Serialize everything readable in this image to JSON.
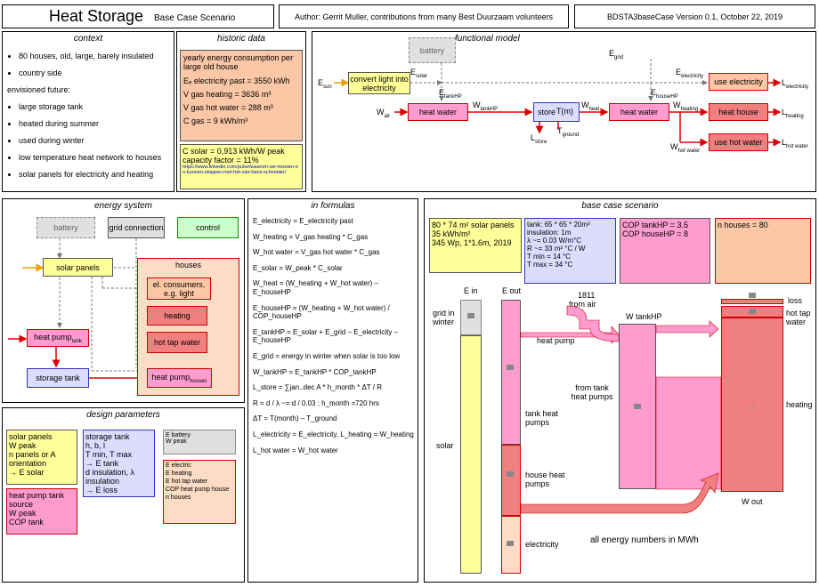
{
  "header": {
    "title": "Heat Storage",
    "subtitle": "Base Case Scenario",
    "author": "Author: Gerrit Muller, contributions from many Best Duurzaam volunteers",
    "version": "BDSTA3baseCase Version 0.1, October 22, 2019"
  },
  "context": {
    "title": "context",
    "items": [
      "80 houses, old, large, barely insulated",
      "country side"
    ],
    "future_label": "envisioned future:",
    "future_items": [
      "large storage tank",
      "heated during summer",
      "used during winter",
      "low temperature heat network to houses",
      "solar panels for electricity and heating"
    ]
  },
  "historic": {
    "title": "historic data",
    "heading": "yearly energy consumption per large old  house",
    "lines": [
      "Eₑ electricity past = 3550 kWh",
      "V gas heating = 3636 m³",
      "V gas hot water = 288 m³",
      "C gas = 9 kWh/m³"
    ],
    "csolar": "C solar = 0,913 kWh/W peak",
    "capacity": "capacity factor = 11%",
    "link": "https://www.linkedin.com/pulse/waarom-we-moeten-en-kunnen-stoppen-met-het-van-hans-schneider/"
  },
  "functional": {
    "title": "functional model",
    "battery": "battery",
    "convert": "convert light into electricity",
    "heat_water1": "heat water",
    "store": "store",
    "heat_water2": "heat water",
    "use_electricity": "use electricity",
    "heat_house": "heat house",
    "use_hot_water": "use hot water",
    "labels": {
      "esun": "E",
      "esun_sub": "sun",
      "esolar": "E",
      "esolar_sub": "solar",
      "egrid": "E",
      "egrid_sub": "grid",
      "etankhp": "E",
      "etankhp_sub": "tankHP",
      "ehousehp": "E",
      "ehousehp_sub": "houseHP",
      "eelec": "E",
      "eelec_sub": "electricity",
      "lelec": "L",
      "lelec_sub": "electricity",
      "wair": "W",
      "wair_sub": "air",
      "wtankhp": "W",
      "wtankhp_sub": "tankHP",
      "tm": "T(m)",
      "wheat": "W",
      "wheat_sub": "heat",
      "wheating": "W",
      "wheating_sub": "heating",
      "lheating": "L",
      "lheating_sub": "heating",
      "lstore": "L",
      "lstore_sub": "store",
      "tground": "T",
      "tground_sub": "ground",
      "whot": "W",
      "whot_sub": "hot water",
      "lhot": "L",
      "lhot_sub": "hot water"
    }
  },
  "energy_system": {
    "title": "energy system",
    "battery": "battery",
    "grid": "grid connection",
    "control": "control",
    "solar": "solar panels",
    "houses": "houses",
    "consumers": "el. consumers, e.g. light",
    "heating": "heating",
    "hot_tap": "hot tap water",
    "hp_tank": "heat pump",
    "hp_tank_sub": "tank",
    "storage": "storage tank",
    "hp_house": "heat pump",
    "hp_house_sub": "houses"
  },
  "formulas": {
    "title": "in formulas",
    "lines": [
      "E_electricity = E_electricity past",
      "W_heating = V_gas heating * C_gas",
      "W_hot water = V_gas hot water * C_gas",
      "E_solar = W_peak * C_solar",
      "W_heat = (W_heating + W_hot water) – E_houseHP",
      "E_houseHP = (W_heating + W_hot water) / COP_houseHP",
      "E_tankHP = E_solar + E_grid – E_electricity – E_houseHP",
      "E_grid = energy in winter when solar is too low",
      "W_tankHP = E_tankHP * COP_tankHP",
      "L_store = ∑jan..dec A * h_month * ΔT / R",
      "R = d / λ ~= d / 0.03 ; h_month =720 hrs",
      "ΔT = T(month) – T_ground",
      "L_electricity = E_electricity, L_heating = W_heating",
      "L_hot water = W_hot water"
    ]
  },
  "design": {
    "title": "design parameters",
    "solar": [
      "solar panels",
      "W peak",
      "n panels or A",
      "orientation",
      "→ E solar"
    ],
    "hp": [
      "heat pump tank",
      "source",
      "W peak",
      "COP tank"
    ],
    "storage": [
      "storage tank",
      "h, b, l",
      "T min, T max",
      "→ E tank",
      "d insulation, λ insulation",
      "→ E loss"
    ],
    "battery": [
      "E battery",
      "W peak"
    ],
    "elec": [
      "E electric",
      "E heating",
      "E hot tap water",
      "COP heat pump house",
      "n houses"
    ]
  },
  "base": {
    "title": "base case scenario",
    "solar_box": [
      "80 * 74 m² solar panels",
      "35 kWh/m²",
      "345 Wp, 1*1.6m, 2019"
    ],
    "tank_box": [
      "tank: 65 * 65 * 20m³",
      "insulation: 1m",
      "λ ~= 0.03 W/m°C",
      "R ~= 33 m² °C / W",
      "T min = 14 °C",
      "T max = 34 °C"
    ],
    "cop_box": [
      "COP tankHP = 3.5",
      "COP houseHP = 8"
    ],
    "nhouses": "n houses = 80",
    "ein": "E in",
    "eout": "E out",
    "grid_winter": "grid in winter",
    "solar": "solar",
    "air_val": "1811",
    "air_label": "from air",
    "heat_pump": "heat pump",
    "wtankhp": "W tankHP",
    "tank_hp": "tank heat pumps",
    "from_tank": "from tank heat pumps",
    "house_hp": "house heat pumps",
    "electricity": "electricity",
    "loss": "loss",
    "hot_tap": "hot tap water",
    "heating": "heating",
    "wout": "W out",
    "note": "all energy numbers in MWh"
  }
}
